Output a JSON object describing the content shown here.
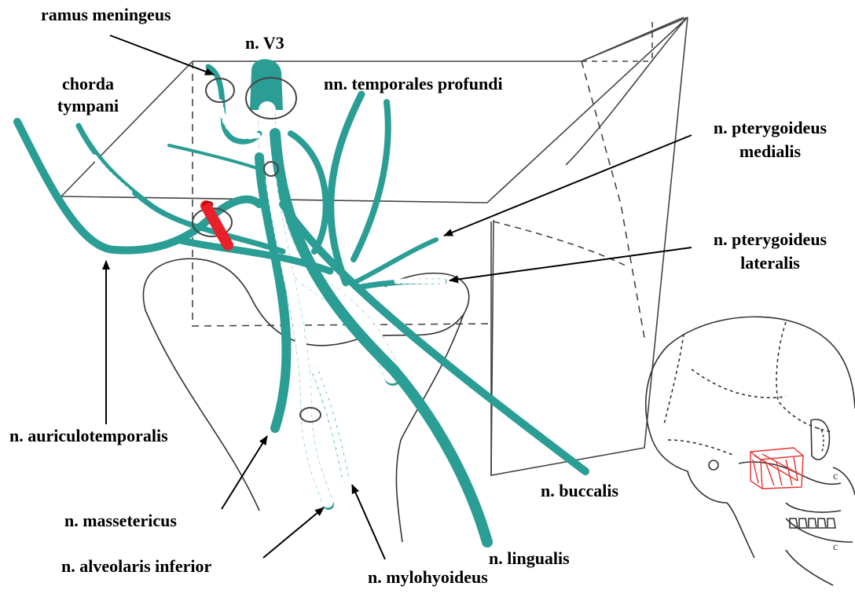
{
  "labels": {
    "ramus_meningeus": "ramus meningeus",
    "n_v3": "n. V3",
    "chorda_tympani_1": "chorda",
    "chorda_tympani_2": "tympani",
    "nn_temporales_profundi": "nn. temporales profundi",
    "n_pterygoideus_medialis_1": "n. pterygoideus",
    "n_pterygoideus_medialis_2": "medialis",
    "n_pterygoideus_lateralis_1": "n. pterygoideus",
    "n_pterygoideus_lateralis_2": "lateralis",
    "n_auriculotemporalis": "n. auriculotemporalis",
    "n_massetericus": "n. massetericus",
    "n_alveolaris_inferior": "n. alveolaris inferior",
    "n_mylohyoideus": "n. mylohyoideus",
    "n_buccalis": "n. buccalis",
    "n_lingualis": "n. lingualis"
  },
  "colors": {
    "nerve": "#2a9d95",
    "nerve_stripe": "#ffffff",
    "artery": "#e8202a",
    "outline": "#333333",
    "arrow": "#000000",
    "skull_highlight": "#e83030"
  }
}
